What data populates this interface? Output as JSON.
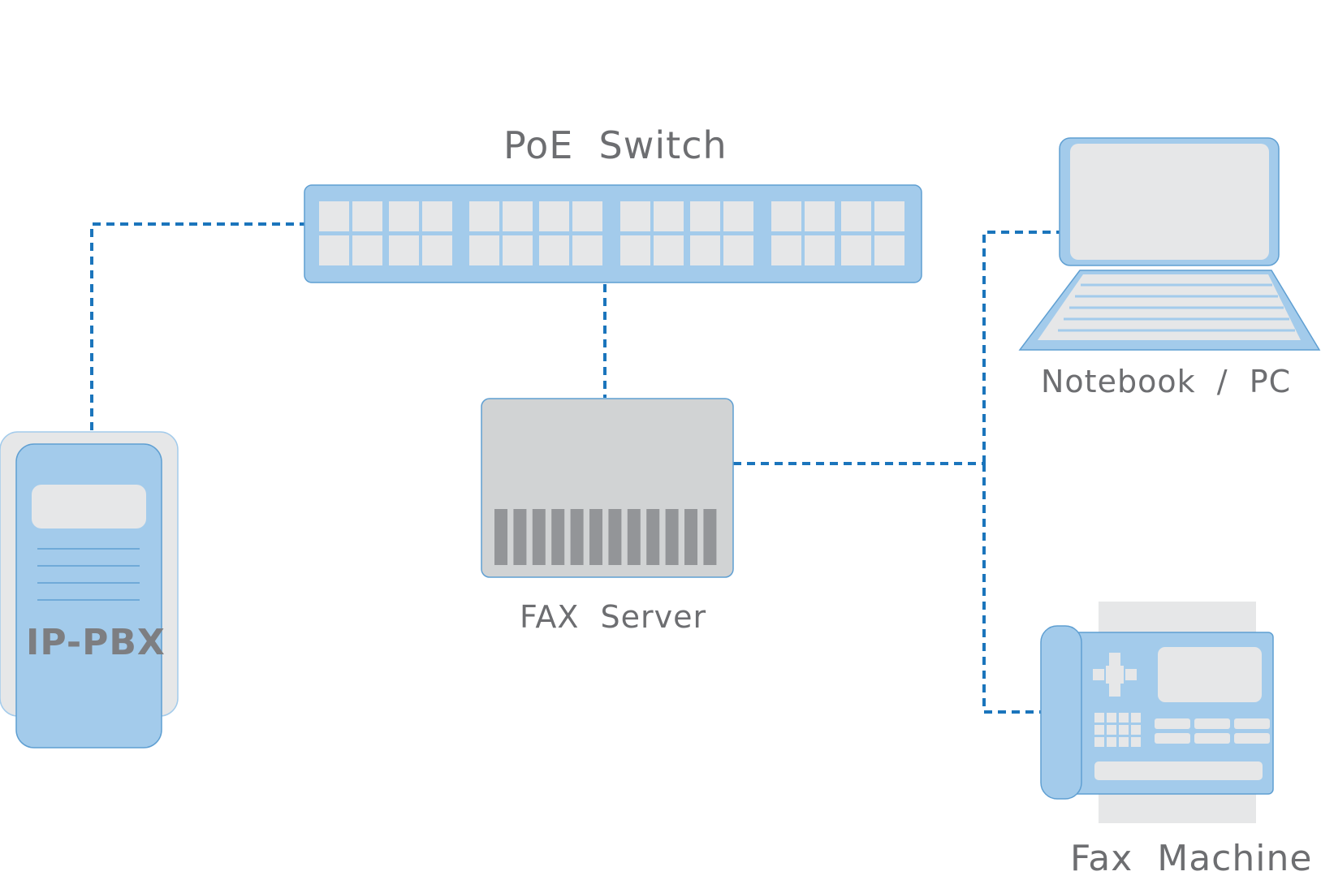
{
  "colors": {
    "device_blue": "#a3cbeb",
    "device_blue_dark": "#5f9fd2",
    "port_gray": "#e6e7e8",
    "server_gray": "#d1d3d4",
    "bar_gray": "#939598",
    "link_blue": "#1b75bc",
    "label_gray": "#6d6e71"
  },
  "nodes": {
    "switch": {
      "label": "PoE  Switch",
      "icon": "network-switch-icon"
    },
    "fax_server": {
      "label": "FAX  Server",
      "icon": "server-icon"
    },
    "ip_pbx": {
      "label": "IP-PBX",
      "icon": "pbx-tower-icon"
    },
    "notebook": {
      "label": "Notebook  /  PC",
      "icon": "laptop-icon"
    },
    "fax_machine": {
      "label": "Fax  Machine",
      "icon": "fax-machine-icon"
    }
  },
  "links": [
    {
      "from": "ip_pbx",
      "to": "switch",
      "style": "dashed"
    },
    {
      "from": "switch",
      "to": "fax_server",
      "style": "dashed"
    },
    {
      "from": "fax_server",
      "to": "notebook",
      "style": "dashed"
    },
    {
      "from": "fax_server",
      "to": "fax_machine",
      "style": "dashed"
    }
  ]
}
